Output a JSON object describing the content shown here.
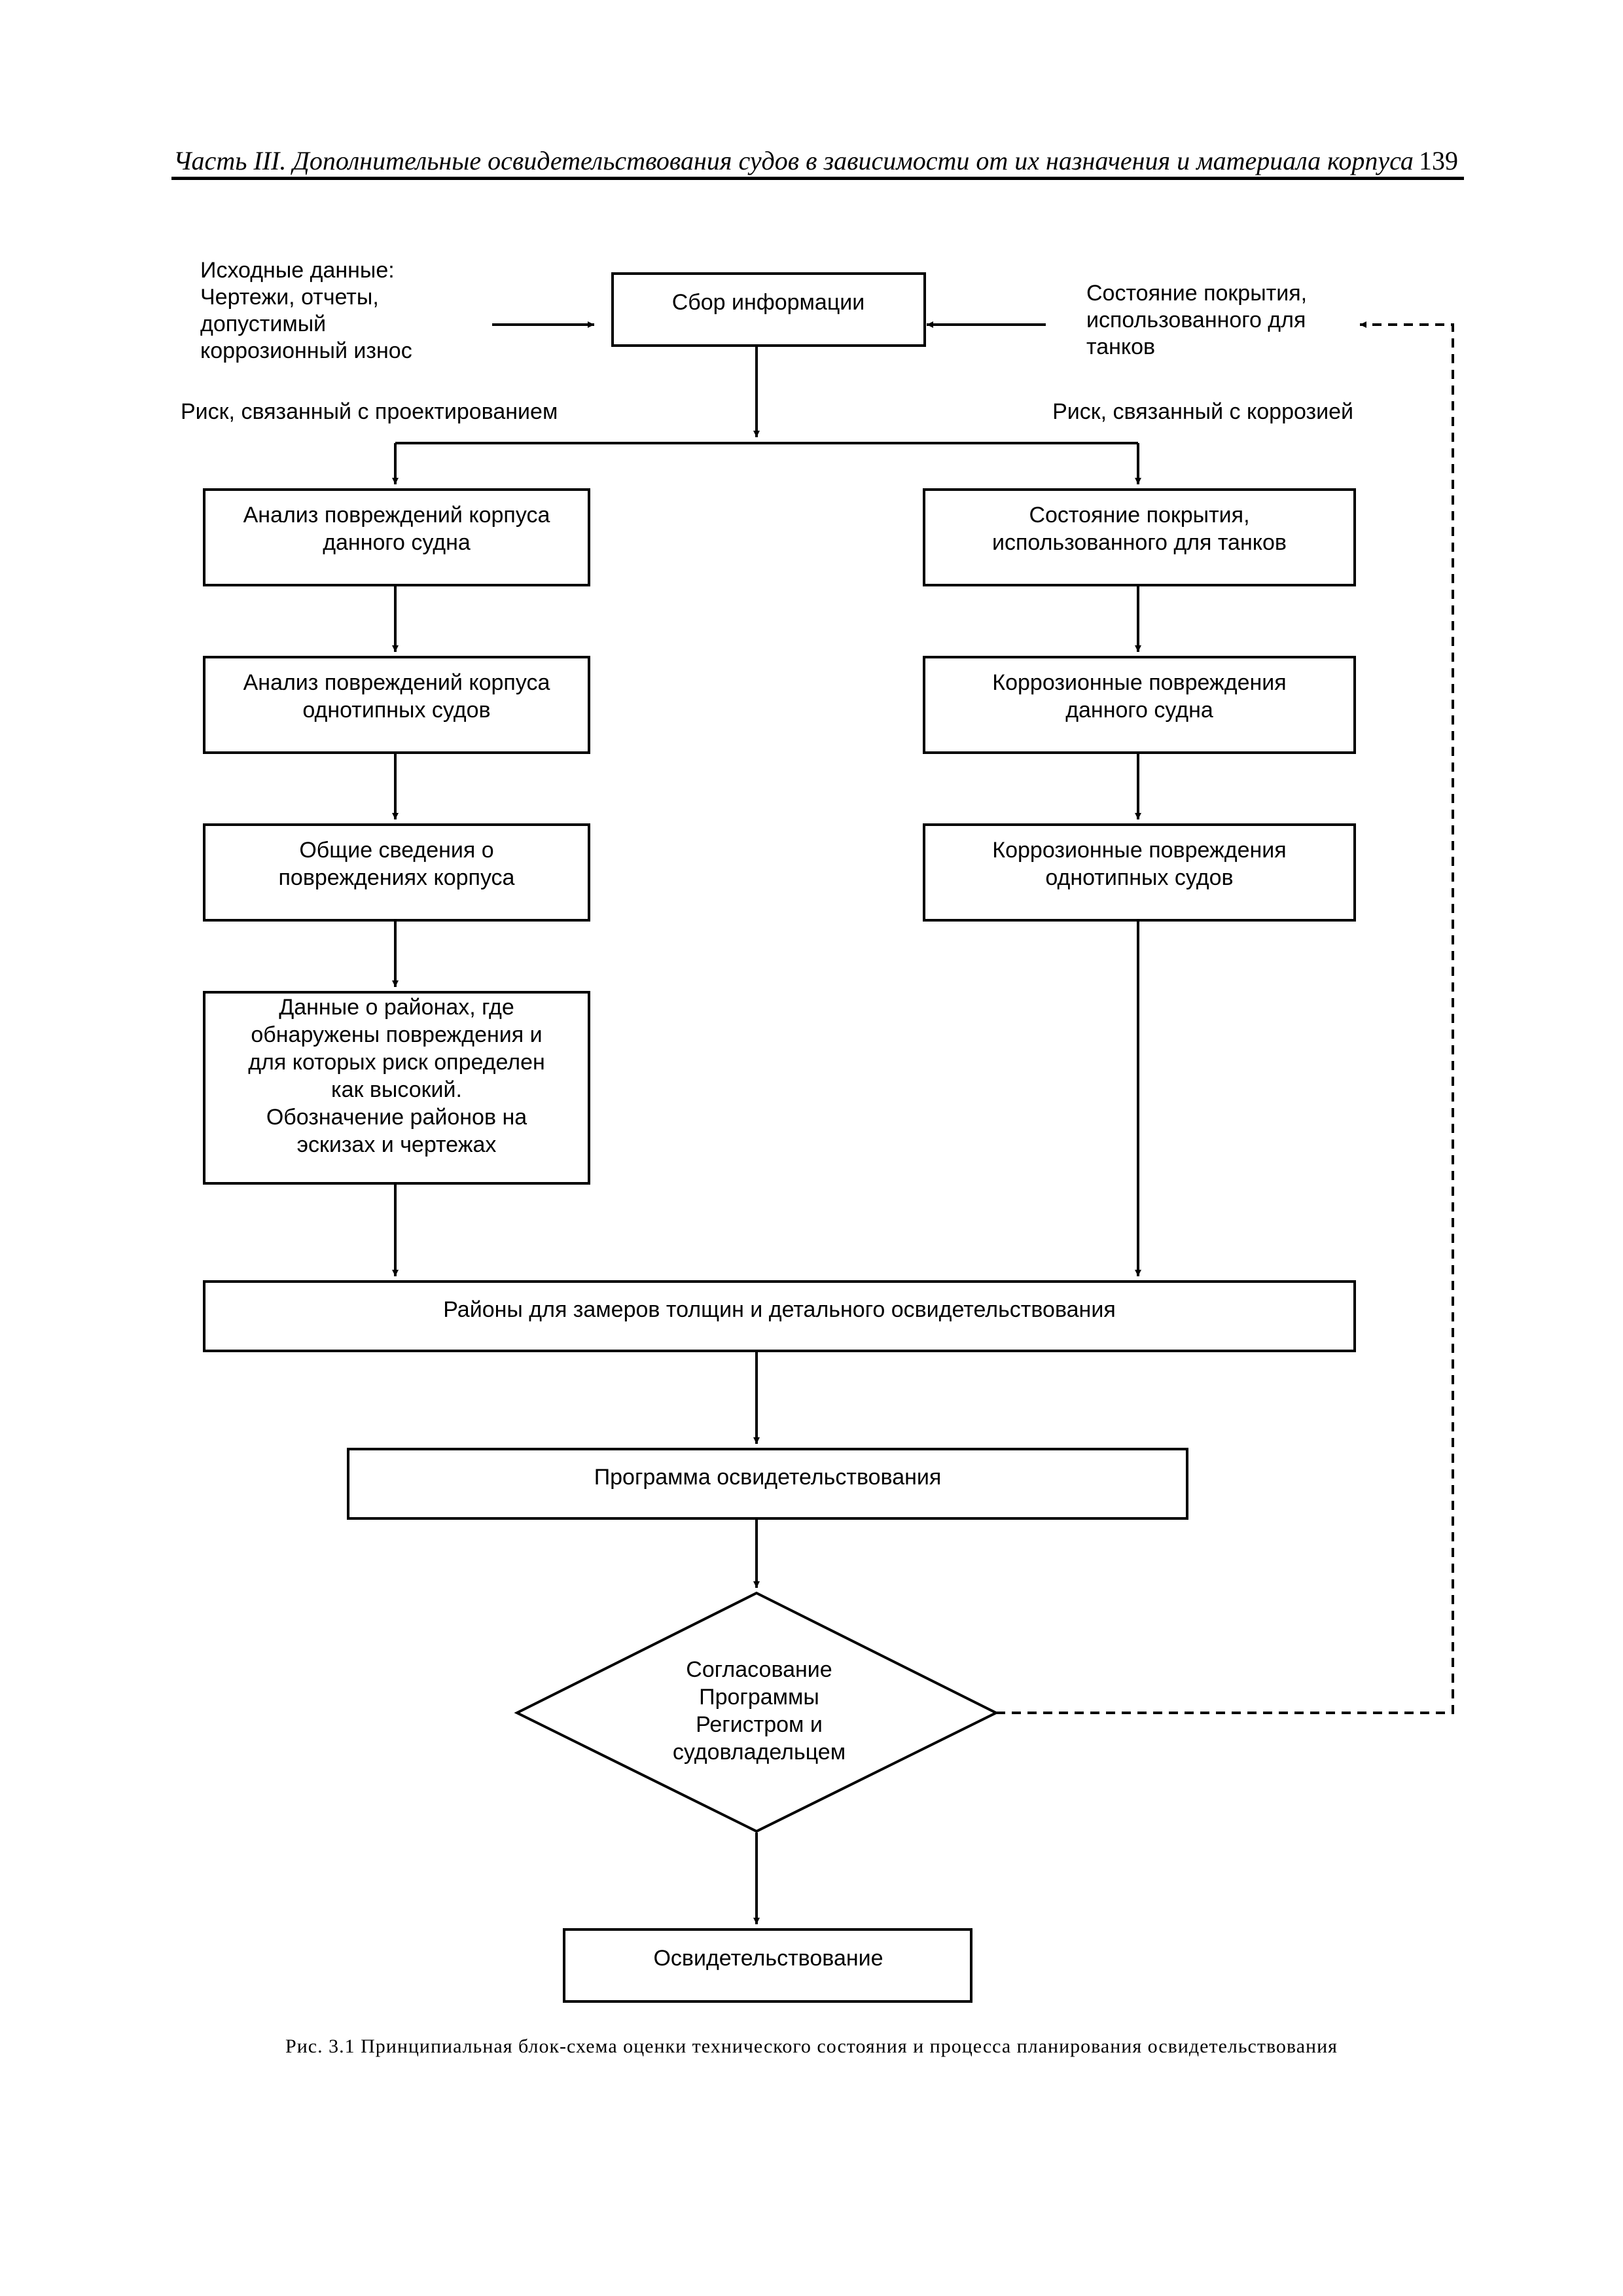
{
  "header": {
    "running_title": "Часть III. Дополнительные освидетельствования судов в зависимости от их назначения и материала корпуса",
    "page_number": "139"
  },
  "flowchart": {
    "input_left": [
      "Исходные данные:",
      "Чертежи, отчеты,",
      "допустимый",
      "коррозионный износ"
    ],
    "input_right": [
      "Состояние покрытия,",
      "использованного для",
      "танков"
    ],
    "collect": [
      "Сбор информации"
    ],
    "branch_left_label": [
      "Риск, связанный с проектированием"
    ],
    "branch_right_label": [
      "Риск, связанный с коррозией"
    ],
    "left_1": [
      "Анализ повреждений корпуса",
      "данного судна"
    ],
    "left_2": [
      "Анализ повреждений корпуса",
      "однотипных судов"
    ],
    "left_3": [
      "Общие сведения о",
      "повреждениях корпуса"
    ],
    "left_4": [
      "Данные о районах, где",
      "обнаружены повреждения и",
      "для которых риск определен",
      "как высокий.",
      "Обозначение районов на",
      "эскизах и чертежах"
    ],
    "right_1": [
      "Состояние покрытия,",
      "использованного для танков"
    ],
    "right_2": [
      "Коррозионные повреждения",
      "данного судна"
    ],
    "right_3": [
      "Коррозионные повреждения",
      "однотипных судов"
    ],
    "areas": [
      "Районы для замеров толщин и детального освидетельствования"
    ],
    "program": [
      "Программа освидетельствования"
    ],
    "approval": [
      "Согласование",
      "Программы",
      "Регистром и",
      "судовладельцем"
    ],
    "survey": [
      "Освидетельствование"
    ]
  },
  "caption": "Рис. 3.1 Принципиальная блок-схема оценки технического состояния и процесса планирования освидетельствования"
}
